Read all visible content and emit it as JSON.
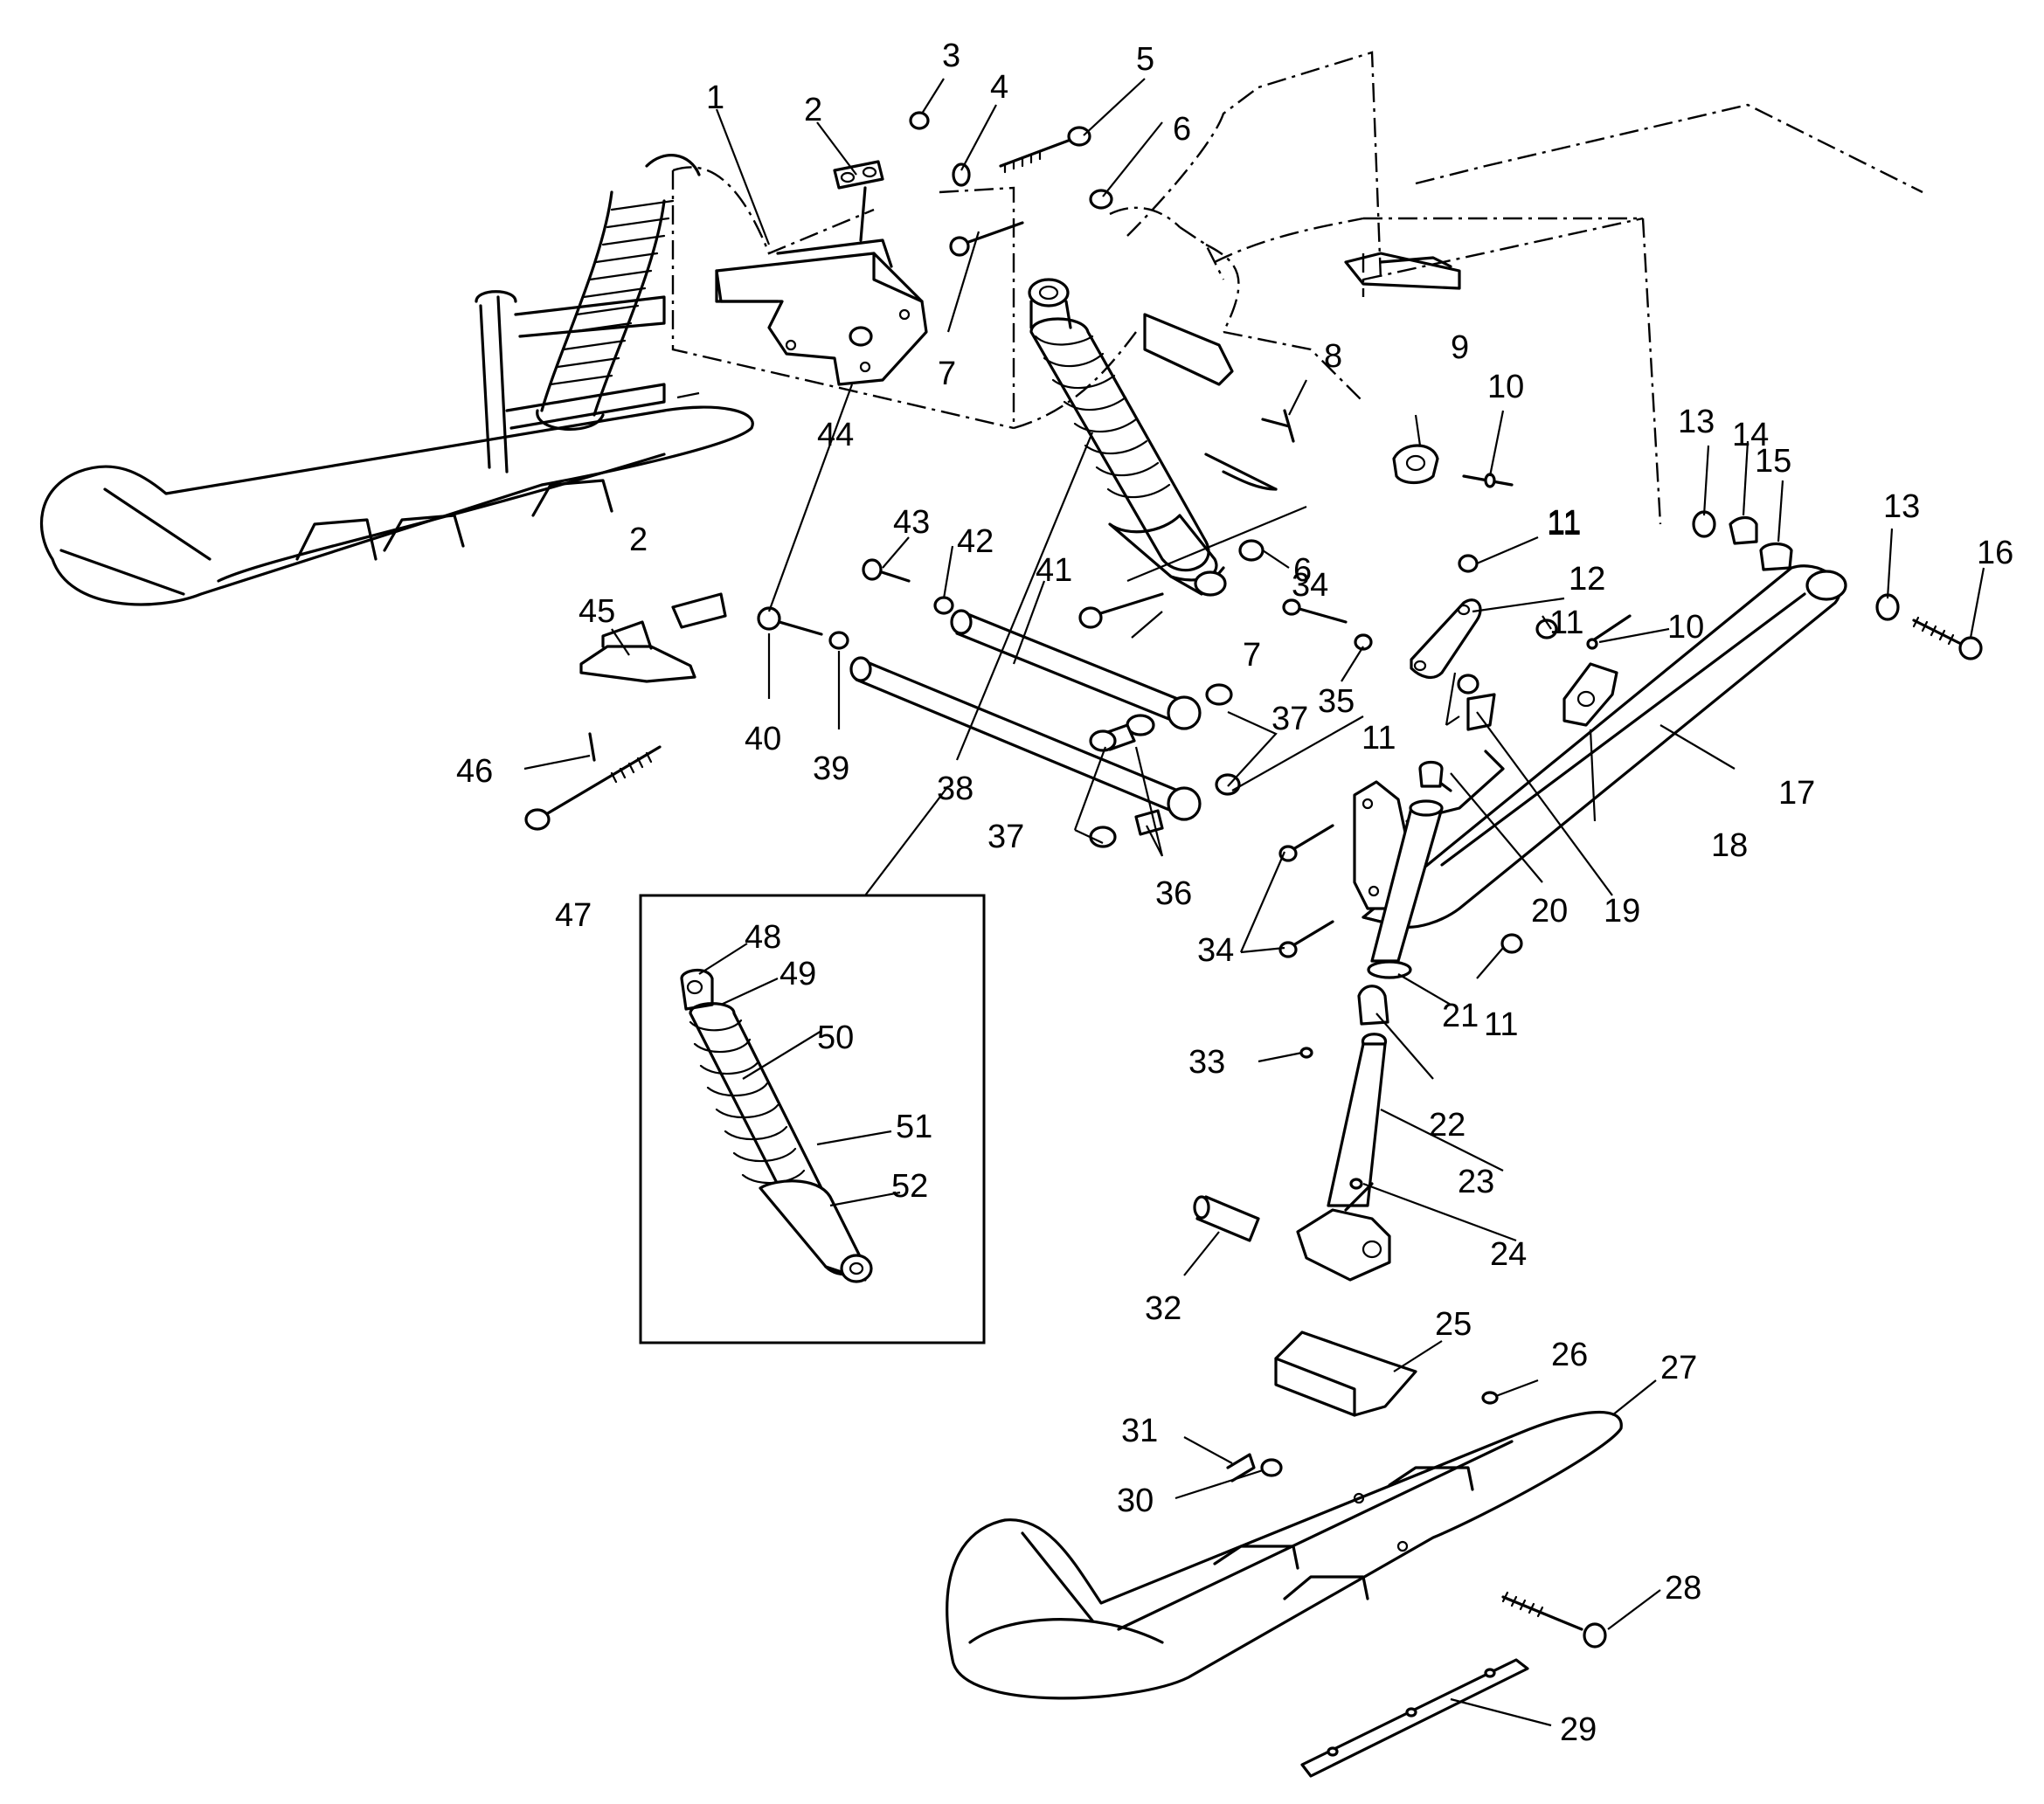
{
  "callouts": [
    {
      "num": "1"
    },
    {
      "num": "2"
    },
    {
      "num": "3"
    },
    {
      "num": "4"
    },
    {
      "num": "5"
    },
    {
      "num": "6"
    },
    {
      "num": "7"
    },
    {
      "num": "8"
    },
    {
      "num": "9"
    },
    {
      "num": "10"
    },
    {
      "num": "11"
    },
    {
      "num": "12"
    },
    {
      "num": "13"
    },
    {
      "num": "14"
    },
    {
      "num": "15"
    },
    {
      "num": "13"
    },
    {
      "num": "16"
    },
    {
      "num": "2"
    },
    {
      "num": "43"
    },
    {
      "num": "42"
    },
    {
      "num": "41"
    },
    {
      "num": "6"
    },
    {
      "num": "11"
    },
    {
      "num": "34"
    },
    {
      "num": "12"
    },
    {
      "num": "11"
    },
    {
      "num": "10"
    },
    {
      "num": "45"
    },
    {
      "num": "44"
    },
    {
      "num": "7"
    },
    {
      "num": "35"
    },
    {
      "num": "37"
    },
    {
      "num": "11"
    },
    {
      "num": "17"
    },
    {
      "num": "46"
    },
    {
      "num": "40"
    },
    {
      "num": "39"
    },
    {
      "num": "38"
    },
    {
      "num": "18"
    },
    {
      "num": "47"
    },
    {
      "num": "37"
    },
    {
      "num": "36"
    },
    {
      "num": "20"
    },
    {
      "num": "19"
    },
    {
      "num": "34"
    },
    {
      "num": "11"
    },
    {
      "num": "21"
    },
    {
      "num": "48"
    },
    {
      "num": "49"
    },
    {
      "num": "50"
    },
    {
      "num": "33"
    },
    {
      "num": "22"
    },
    {
      "num": "51"
    },
    {
      "num": "52"
    },
    {
      "num": "23"
    },
    {
      "num": "24"
    },
    {
      "num": "32"
    },
    {
      "num": "25"
    },
    {
      "num": "26"
    },
    {
      "num": "27"
    },
    {
      "num": "31"
    },
    {
      "num": "30"
    },
    {
      "num": "28"
    },
    {
      "num": "29"
    }
  ]
}
